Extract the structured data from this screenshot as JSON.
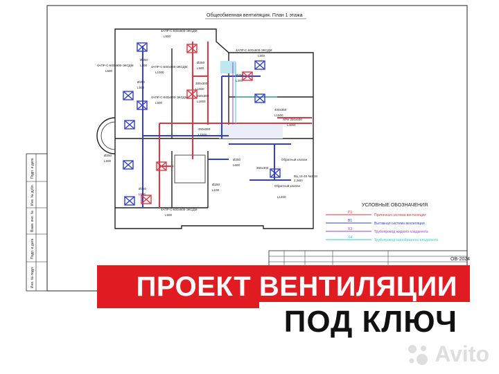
{
  "drawing": {
    "title": "Общеобменная вентиляция. План 1 этажа",
    "stamp_code": "ОВ-2024",
    "legend": {
      "title": "УСЛОВНЫЕ ОБОЗНАЧЕНИЯ",
      "items": [
        {
          "code": "П1",
          "label": "Приточная система вентиляции",
          "color": "#e8323c"
        },
        {
          "code": "В1",
          "label": "Вытяжная система вентиляции",
          "color": "#2f3ddb"
        },
        {
          "code": "Х3",
          "label": "Трубопровод жидкого хладагента",
          "color": "#a23ad8"
        },
        {
          "code": "Х4",
          "label": "Трубопровод газообразного хладагента",
          "color": "#2ad0d0"
        }
      ]
    },
    "side_stamp_labels": [
      "Подп. и дата",
      "Инв. № дубл.",
      "Взам. инв. №",
      "Подп. и дата",
      "Инв. № подл."
    ],
    "annotations": [
      "4АПР-С-600х600-ЭКСДМ",
      "L500",
      "4АПР-С-600х600-ЭКСДМ",
      "L500",
      "Ø250",
      "L300",
      "Ø250",
      "L500",
      "4АПР-С-600х600-ЭКСДМ",
      "L1000",
      "4АПР-С-600х600-ЭКСДМ",
      "L500",
      "300х300",
      "L1500",
      "350х300",
      "L1000",
      "4АПР-С-600х600-ЭКСДМ",
      "L500",
      "Ø250",
      "L500",
      "Ø250",
      "L300",
      "400х350",
      "L1500",
      "АРН 350х600",
      "L4000",
      "Ø250",
      "L500",
      "450х350",
      "L1500",
      "Обратный клапан",
      "300х300",
      "Ø250",
      "L600",
      "Ø250",
      "L100",
      "Обратный клапан",
      "L1400",
      "Ø250",
      "L500",
      "4АПР-С-600х600-ЭКСДМ",
      "L500",
      "ВЦ 14-46 №3,15",
      "2,2кВт"
    ]
  },
  "banner": {
    "line1": "ПРОЕКТ ВЕНТИЛЯЦИИ",
    "line2": "ПОД КЛЮЧ"
  },
  "watermark": {
    "text": "Avito"
  },
  "colors": {
    "supply": "#e8323c",
    "exhaust": "#2f3ddb",
    "liquid": "#a23ad8",
    "gas": "#2ad0d0",
    "banner_red": "#e11b22"
  }
}
